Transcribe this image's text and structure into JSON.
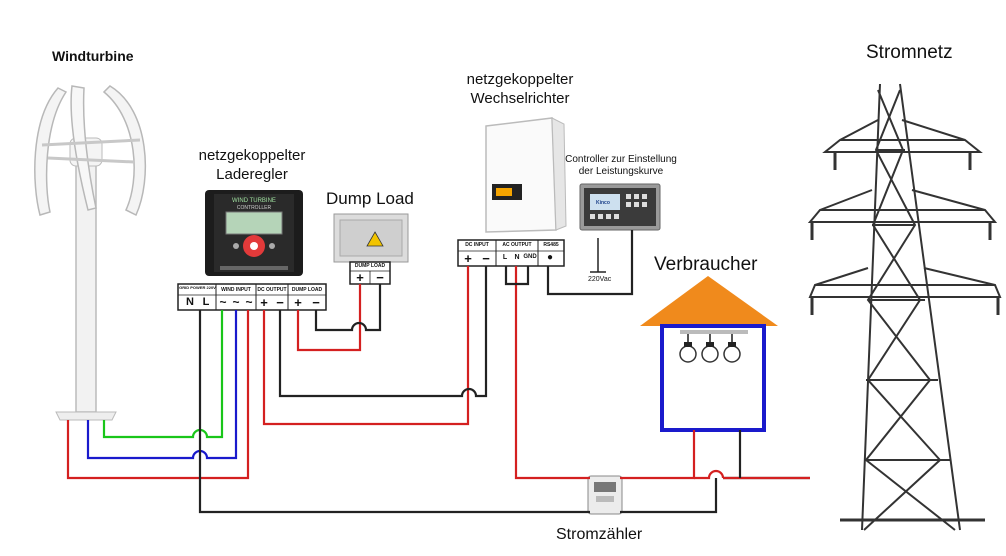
{
  "labels": {
    "windturbine": "Windturbine",
    "stromnetz": "Stromnetz",
    "charge_controller_line1": "netzgekoppelter",
    "charge_controller_line2": "Laderegler",
    "dump_load": "Dump Load",
    "inverter_line1": "netzgekoppelter",
    "inverter_line2": "Wechselrichter",
    "curve_controller_line1": "Controller zur Einstellung",
    "curve_controller_line2": "der Leistungskurve",
    "verbraucher": "Verbraucher",
    "stromzaehler": "Stromzähler",
    "voltage_220": "220Vac"
  },
  "charge_controller": {
    "brand": "WIND TURBINE",
    "sub": "CONTROLLER",
    "terminals": {
      "grid_power": "GRID POWER 220V",
      "wind_input": "WIND INPUT",
      "dc_output": "DC OUTPUT",
      "dump_load": "DUMP LOAD"
    },
    "terminal_marks": [
      "N",
      "L",
      "~",
      "~",
      "~",
      "+",
      "−",
      "+",
      "−"
    ]
  },
  "dump_load_box": {
    "terminal_title": "DUMP LOAD",
    "terminal_marks": [
      "+",
      "−"
    ]
  },
  "inverter": {
    "terminals": {
      "dc_input": "DC INPUT",
      "ac_output": "AC OUTPUT",
      "rs485": "RS485"
    },
    "terminal_marks": [
      "+",
      "−",
      "L",
      "N",
      "GND",
      "●"
    ]
  },
  "curve_controller": {
    "brand": "Kinco"
  },
  "colors": {
    "wire_red": "#d42020",
    "wire_black": "#222222",
    "wire_green": "#19c619",
    "wire_blue": "#1a1acc",
    "roof": "#f08a1c",
    "house": "#1a1acc"
  }
}
